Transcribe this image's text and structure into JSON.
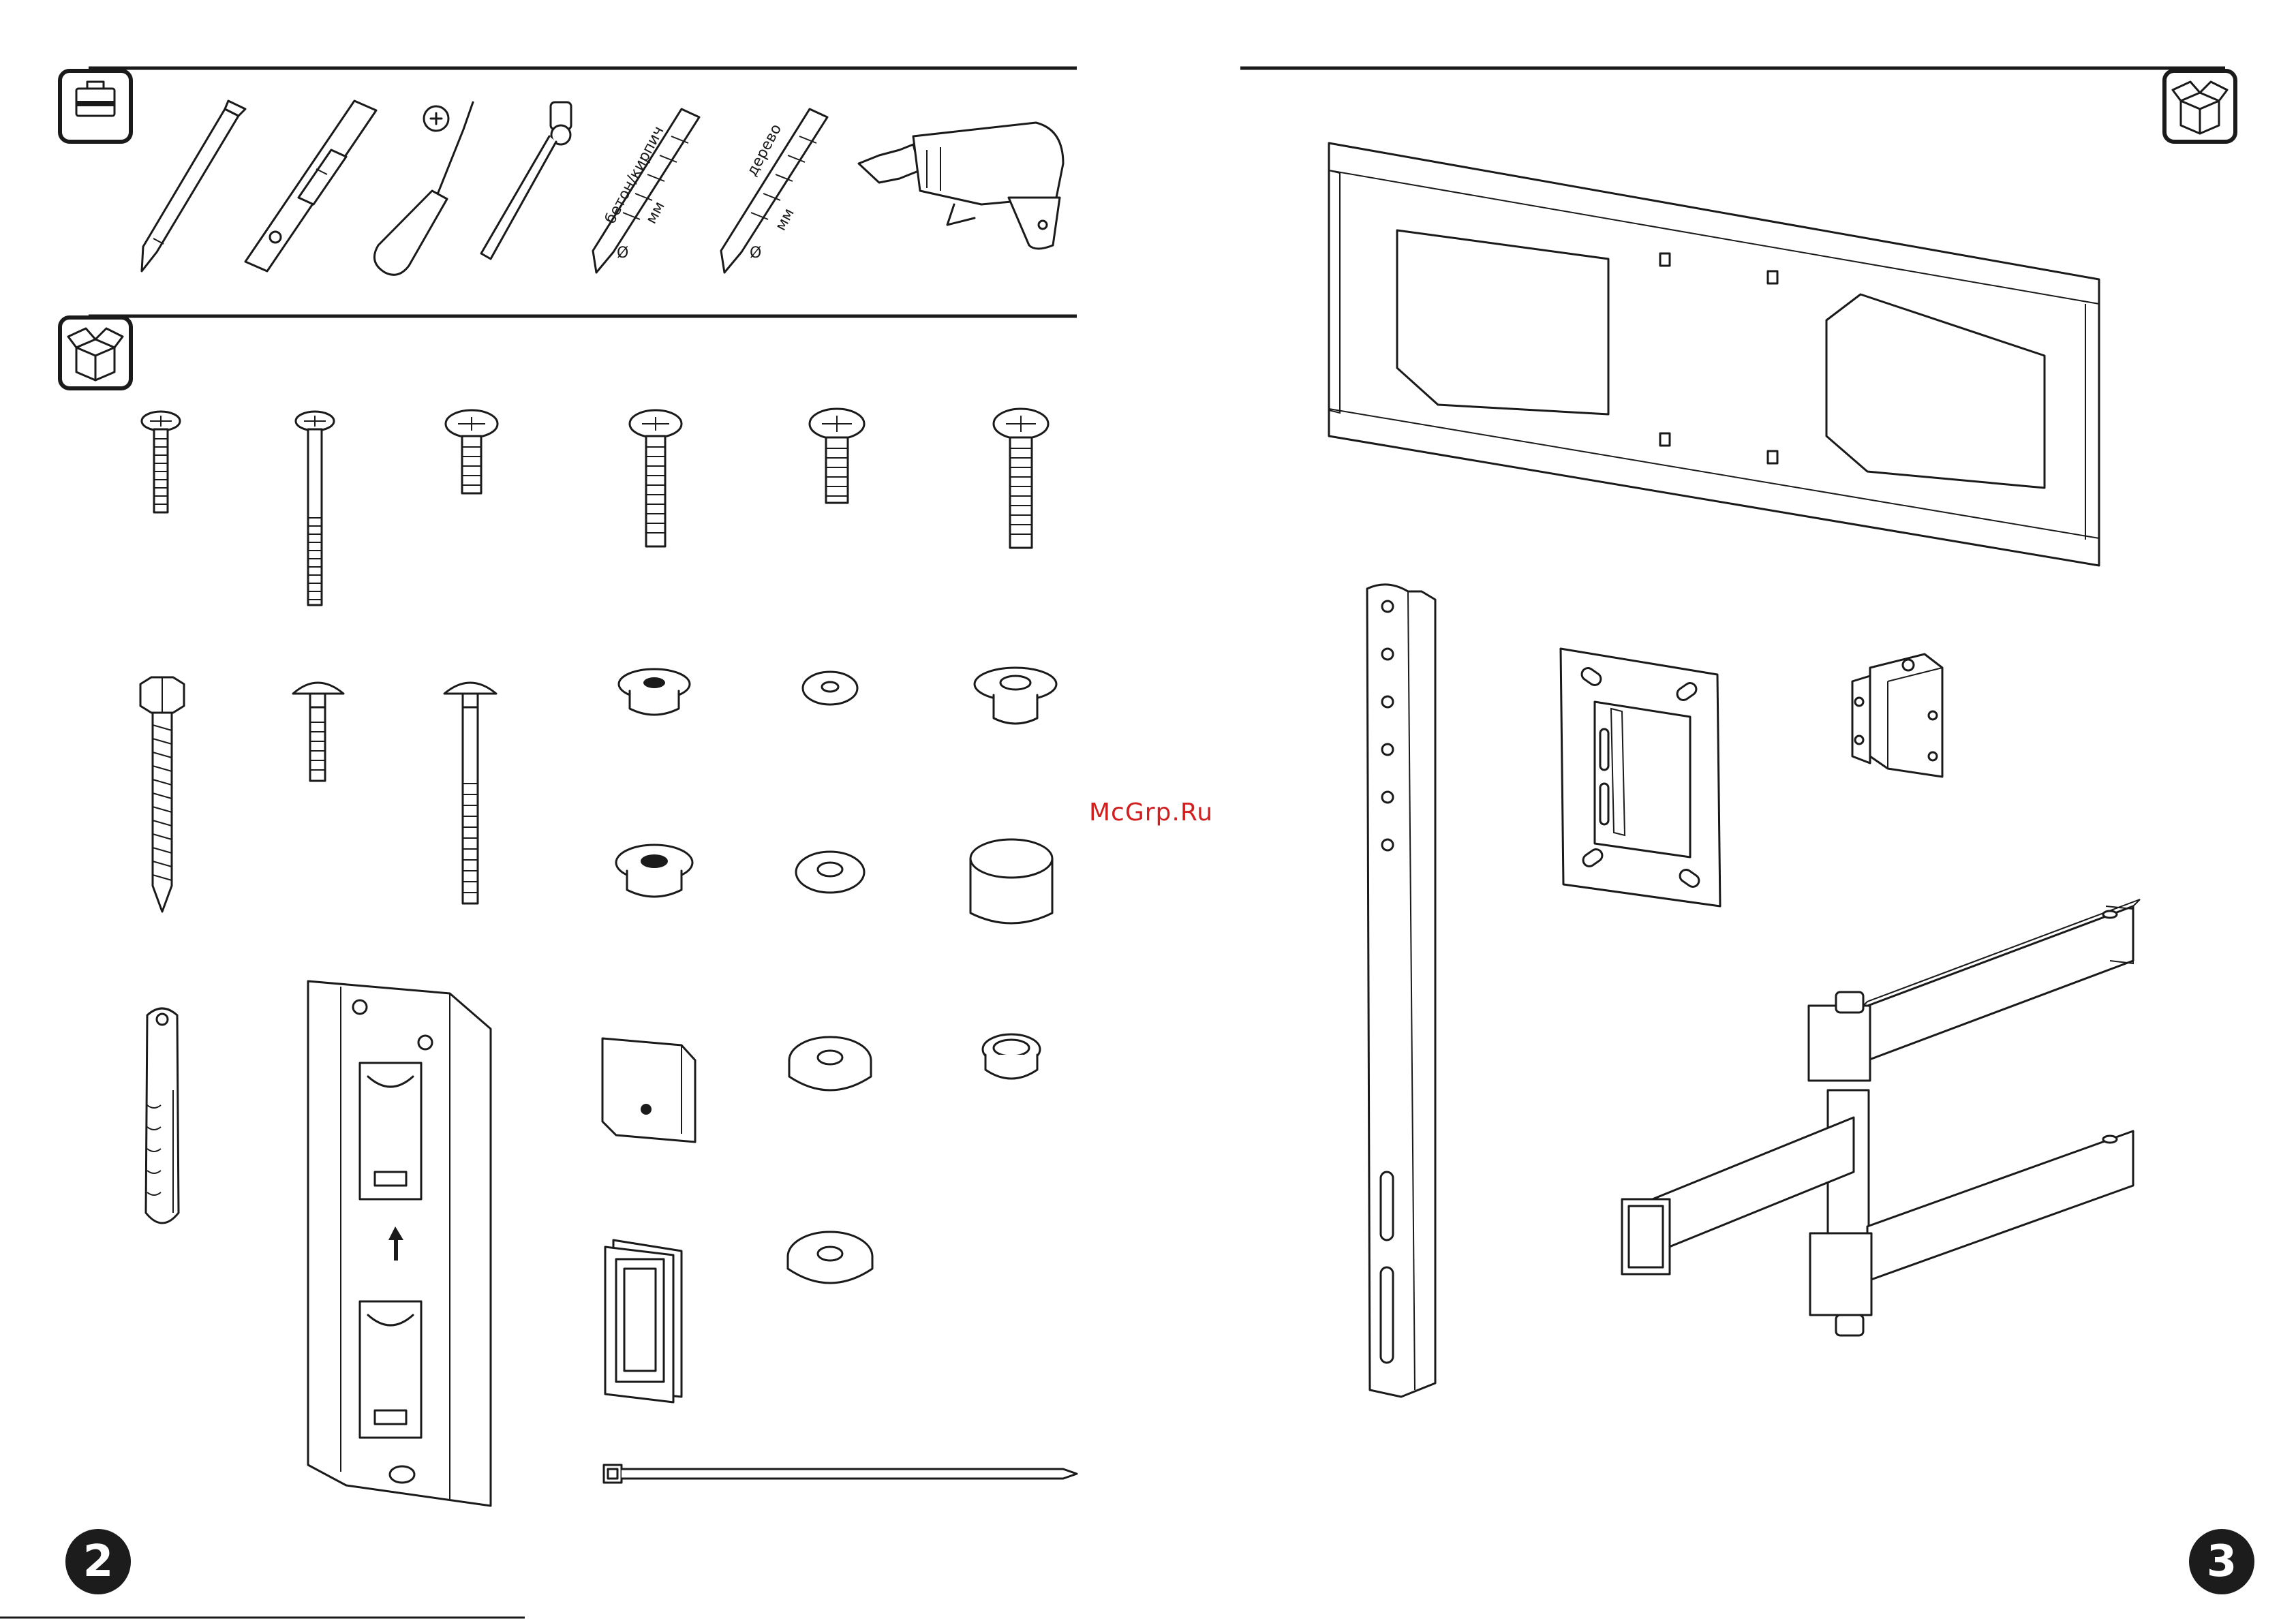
{
  "left_page": {
    "tools_section_icon": "toolbox-icon",
    "tools": [
      {
        "name": "pencil-icon"
      },
      {
        "name": "level-icon"
      },
      {
        "name": "phillips-screwdriver-icon"
      },
      {
        "name": "socket-wrench-icon"
      },
      {
        "name": "masonry-drill-bit-icon",
        "label": "бетон/кирпич",
        "unit": "мм",
        "symbol": "Ø"
      },
      {
        "name": "wood-drill-bit-icon",
        "label": "дерево",
        "unit": "мм",
        "symbol": "Ø"
      },
      {
        "name": "power-drill-icon"
      }
    ],
    "parts_section_icon": "open-box-icon",
    "page_number": "2"
  },
  "right_page": {
    "parts_section_icon": "open-box-icon",
    "page_number": "3"
  },
  "watermark": "McGrp.Ru"
}
